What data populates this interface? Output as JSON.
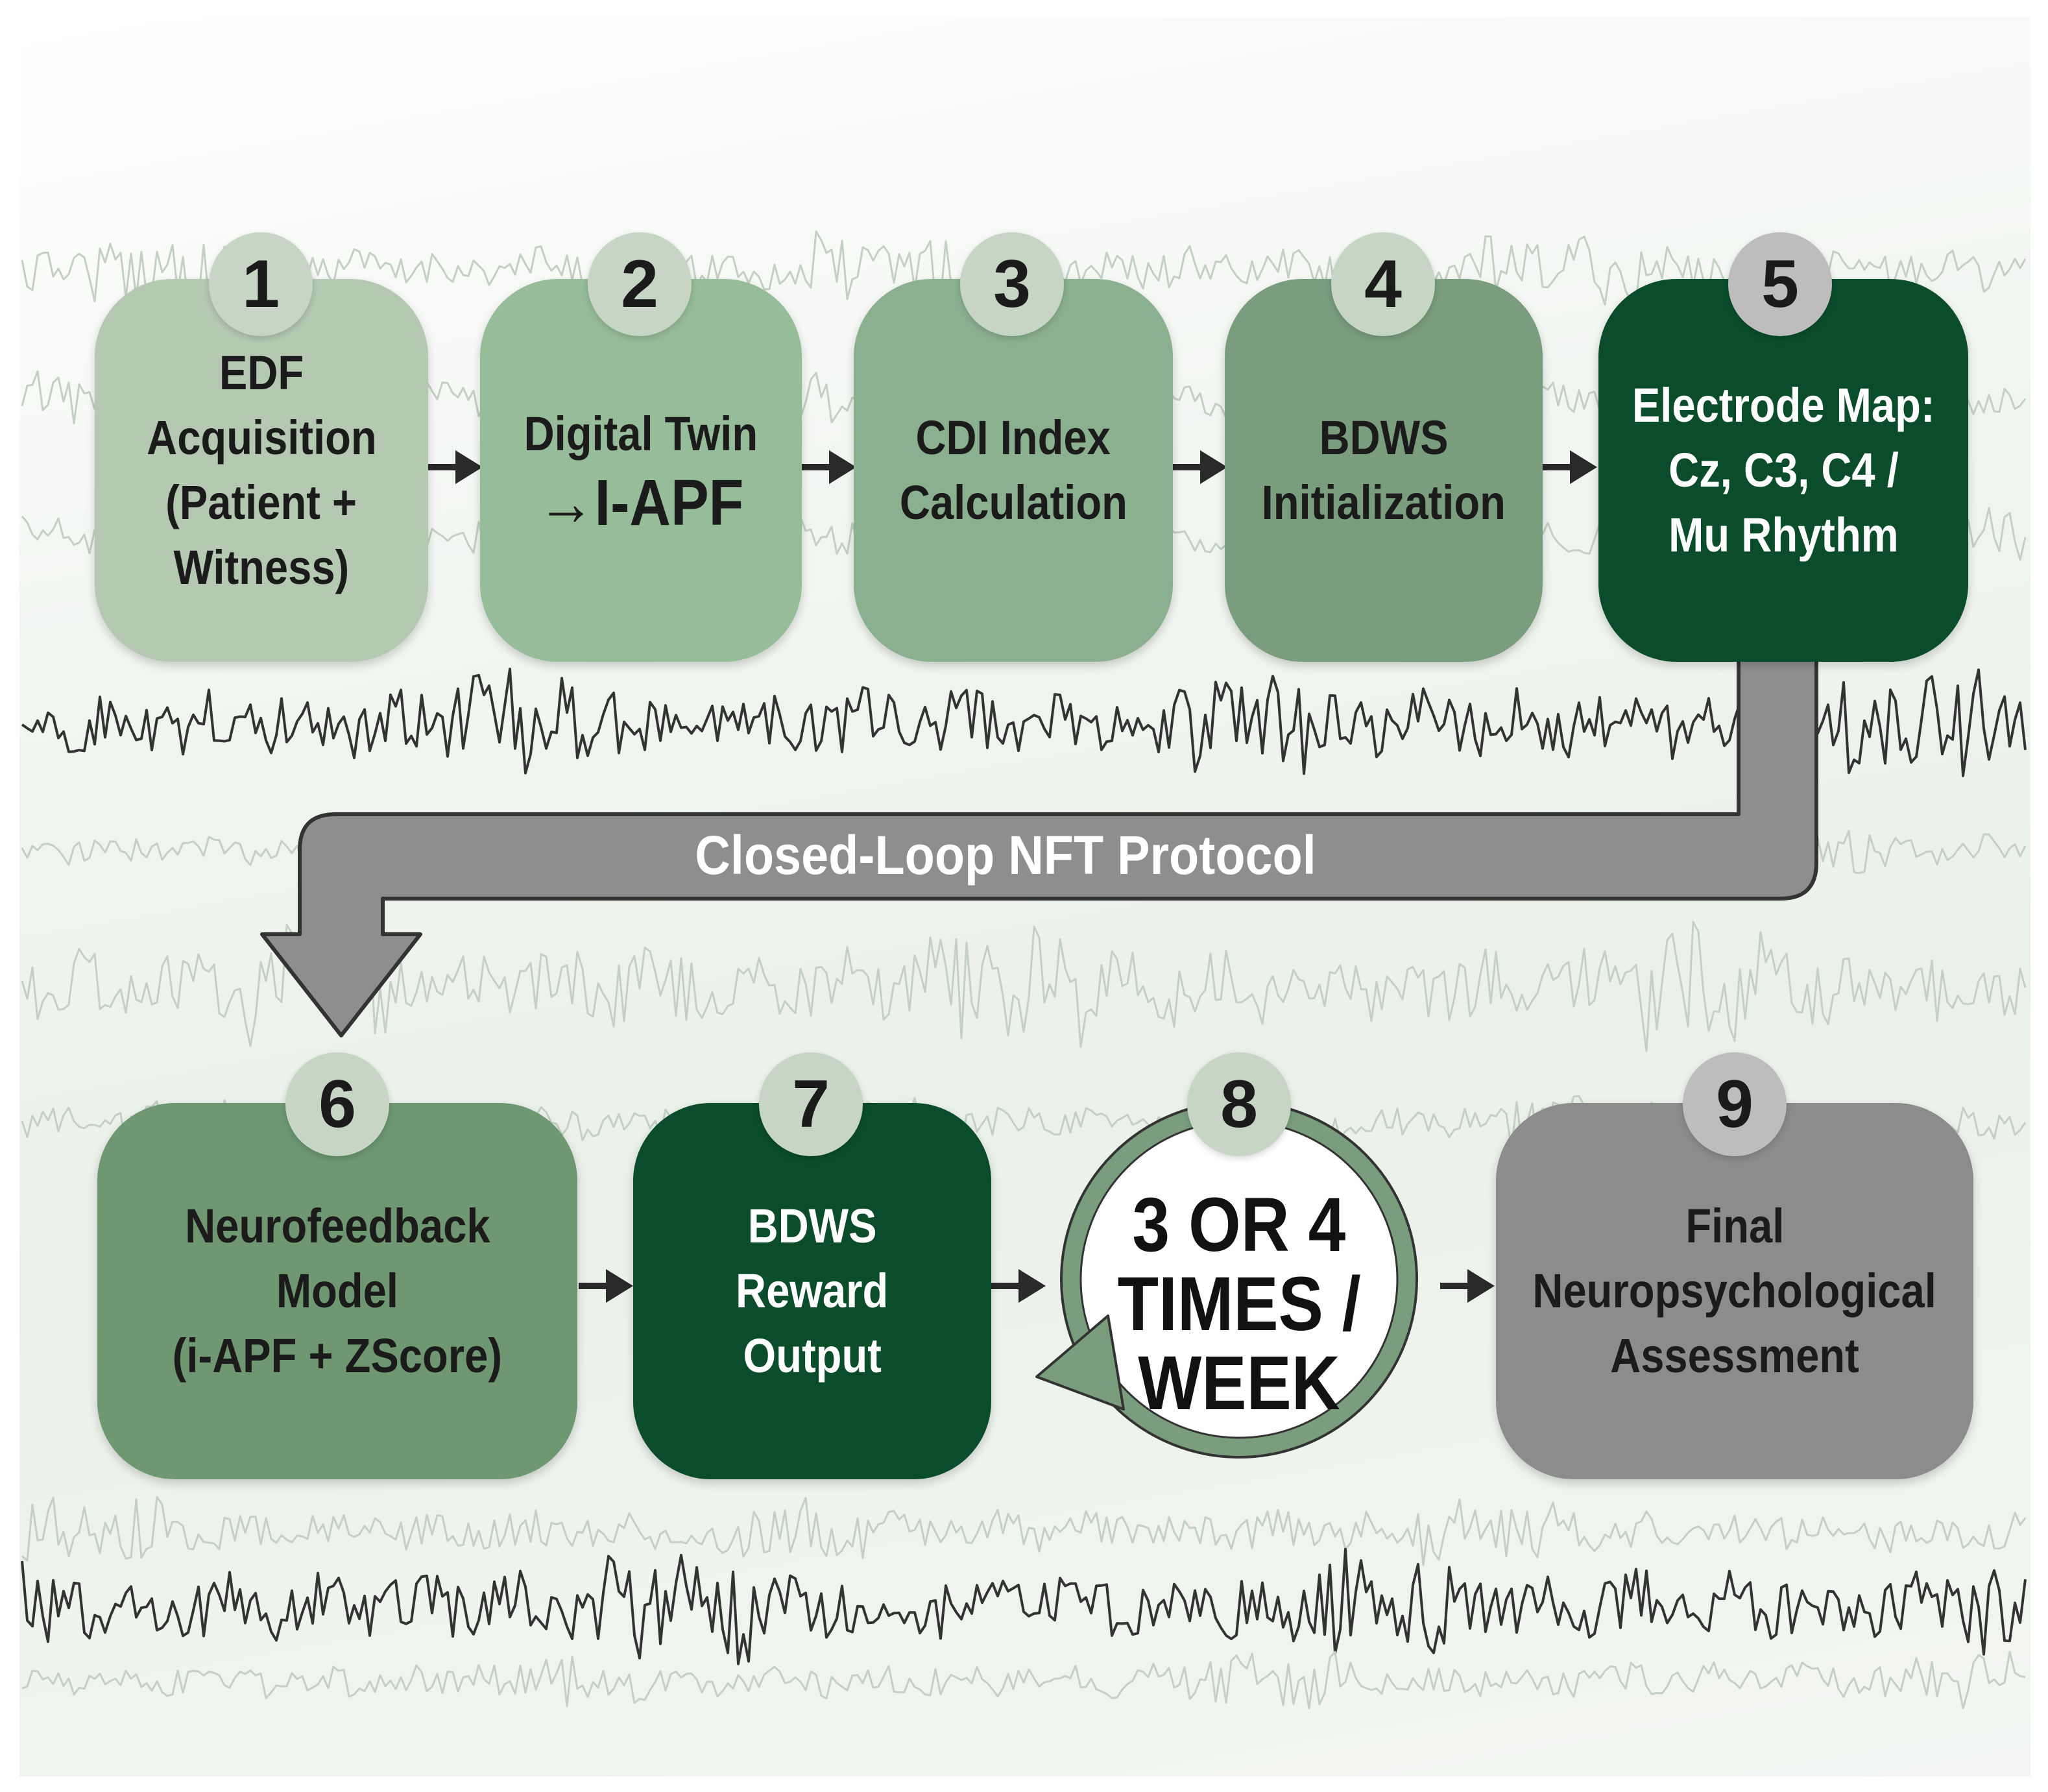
{
  "steps": [
    {
      "number": "1",
      "lines": [
        "EDF",
        "Acquisition",
        "(Patient +",
        "Witness)"
      ]
    },
    {
      "number": "2",
      "lines": [
        "Digital Twin",
        "→I-APF"
      ]
    },
    {
      "number": "3",
      "lines": [
        "CDI Index",
        "Calculation"
      ]
    },
    {
      "number": "4",
      "lines": [
        "BDWS",
        "Initialization"
      ]
    },
    {
      "number": "5",
      "lines": [
        "Electrode Map:",
        "Cz, C3, C4 /",
        "Mu Rhythm"
      ]
    },
    {
      "number": "6",
      "lines": [
        "Neurofeedback",
        "Model",
        "(i-APF + ZScore)"
      ]
    },
    {
      "number": "7",
      "lines": [
        "BDWS",
        "Reward",
        "Output"
      ]
    },
    {
      "number": "8",
      "lines": [
        "3 OR 4",
        "TIMES /",
        "WEEK"
      ]
    },
    {
      "number": "9",
      "lines": [
        "Final",
        "Neuropsychological",
        "Assessment"
      ]
    }
  ],
  "loop_label": "Closed-Loop NFT Protocol",
  "colors": {
    "step1": "#b4c8b2",
    "step2": "#97bc99",
    "step3": "#8bb08f",
    "step4": "#7a9d7e",
    "step5": "#0b4d2a",
    "step6": "#6e9772",
    "step7": "#0b4d2a",
    "step8_ring": "#7a9d7e",
    "step9": "#8c8c8c",
    "loop_arrow": "#8e8e8e",
    "badge_green": "#c6d5c4",
    "badge_gray": "#bdbdbd",
    "wave_dark": "#333333",
    "wave_light": "#c4d0c3"
  }
}
